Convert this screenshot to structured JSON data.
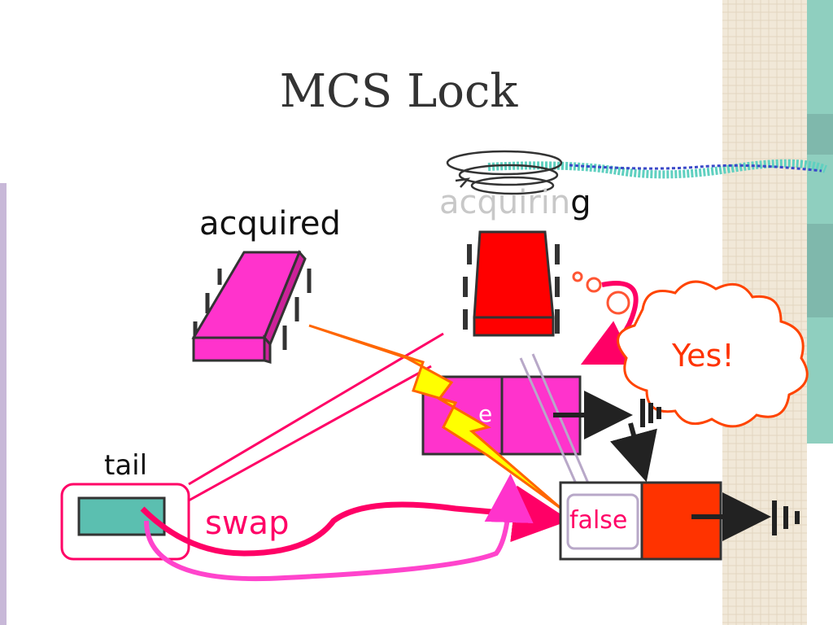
{
  "slide": {
    "title": "MCS Lock"
  },
  "labels": {
    "acquired": "acquired",
    "acquiring_faded": "acquirin",
    "acquiring_end": "g",
    "tail": "tail",
    "swap": "swap",
    "false_value": "false",
    "yes": "Yes!",
    "node_partial_text": "e"
  },
  "colors": {
    "magenta": "#ff33cc",
    "red": "#ff0000",
    "teal": "#5bbfb0",
    "lightning_yellow": "#ffff00",
    "lightning_orange": "#ff6600",
    "swap_arrow": "#ff0066",
    "cloud_outline": "#ff4400",
    "beige_strip": "#f0e6d6",
    "teal_strip": "#8fcfbf",
    "lavender_bar": "#c8b8d8"
  }
}
